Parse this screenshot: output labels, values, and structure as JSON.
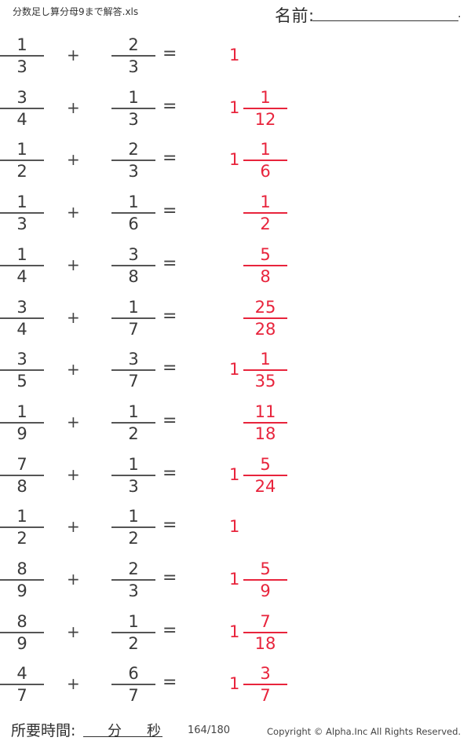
{
  "header": {
    "file_title": "分数足し算分母9まで解答.xls",
    "name_label": "名前:",
    "name_end": "."
  },
  "operators": {
    "plus": "+",
    "equals": "="
  },
  "problems": [
    {
      "a": {
        "num": "1",
        "den": "3"
      },
      "b": {
        "num": "2",
        "den": "3"
      },
      "answer": {
        "whole": "1",
        "num": "",
        "den": ""
      }
    },
    {
      "a": {
        "num": "3",
        "den": "4"
      },
      "b": {
        "num": "1",
        "den": "3"
      },
      "answer": {
        "whole": "1",
        "num": "1",
        "den": "12"
      }
    },
    {
      "a": {
        "num": "1",
        "den": "2"
      },
      "b": {
        "num": "2",
        "den": "3"
      },
      "answer": {
        "whole": "1",
        "num": "1",
        "den": "6"
      }
    },
    {
      "a": {
        "num": "1",
        "den": "3"
      },
      "b": {
        "num": "1",
        "den": "6"
      },
      "answer": {
        "whole": "",
        "num": "1",
        "den": "2"
      }
    },
    {
      "a": {
        "num": "1",
        "den": "4"
      },
      "b": {
        "num": "3",
        "den": "8"
      },
      "answer": {
        "whole": "",
        "num": "5",
        "den": "8"
      }
    },
    {
      "a": {
        "num": "3",
        "den": "4"
      },
      "b": {
        "num": "1",
        "den": "7"
      },
      "answer": {
        "whole": "",
        "num": "25",
        "den": "28"
      }
    },
    {
      "a": {
        "num": "3",
        "den": "5"
      },
      "b": {
        "num": "3",
        "den": "7"
      },
      "answer": {
        "whole": "1",
        "num": "1",
        "den": "35"
      }
    },
    {
      "a": {
        "num": "1",
        "den": "9"
      },
      "b": {
        "num": "1",
        "den": "2"
      },
      "answer": {
        "whole": "",
        "num": "11",
        "den": "18"
      }
    },
    {
      "a": {
        "num": "7",
        "den": "8"
      },
      "b": {
        "num": "1",
        "den": "3"
      },
      "answer": {
        "whole": "1",
        "num": "5",
        "den": "24"
      }
    },
    {
      "a": {
        "num": "1",
        "den": "2"
      },
      "b": {
        "num": "1",
        "den": "2"
      },
      "answer": {
        "whole": "1",
        "num": "",
        "den": ""
      }
    },
    {
      "a": {
        "num": "8",
        "den": "9"
      },
      "b": {
        "num": "2",
        "den": "3"
      },
      "answer": {
        "whole": "1",
        "num": "5",
        "den": "9"
      }
    },
    {
      "a": {
        "num": "8",
        "den": "9"
      },
      "b": {
        "num": "1",
        "den": "2"
      },
      "answer": {
        "whole": "1",
        "num": "7",
        "den": "18"
      }
    },
    {
      "a": {
        "num": "4",
        "den": "7"
      },
      "b": {
        "num": "6",
        "den": "7"
      },
      "answer": {
        "whole": "1",
        "num": "3",
        "den": "7"
      }
    }
  ],
  "footer": {
    "time_label": "所要時間:",
    "minutes_label": "分",
    "seconds_label": "秒",
    "page": "164/180",
    "copyright": "Copyright ©  Alpha.Inc All Rights Reserved."
  },
  "colors": {
    "answer": "#e8243c",
    "text": "#3a3a3a"
  }
}
